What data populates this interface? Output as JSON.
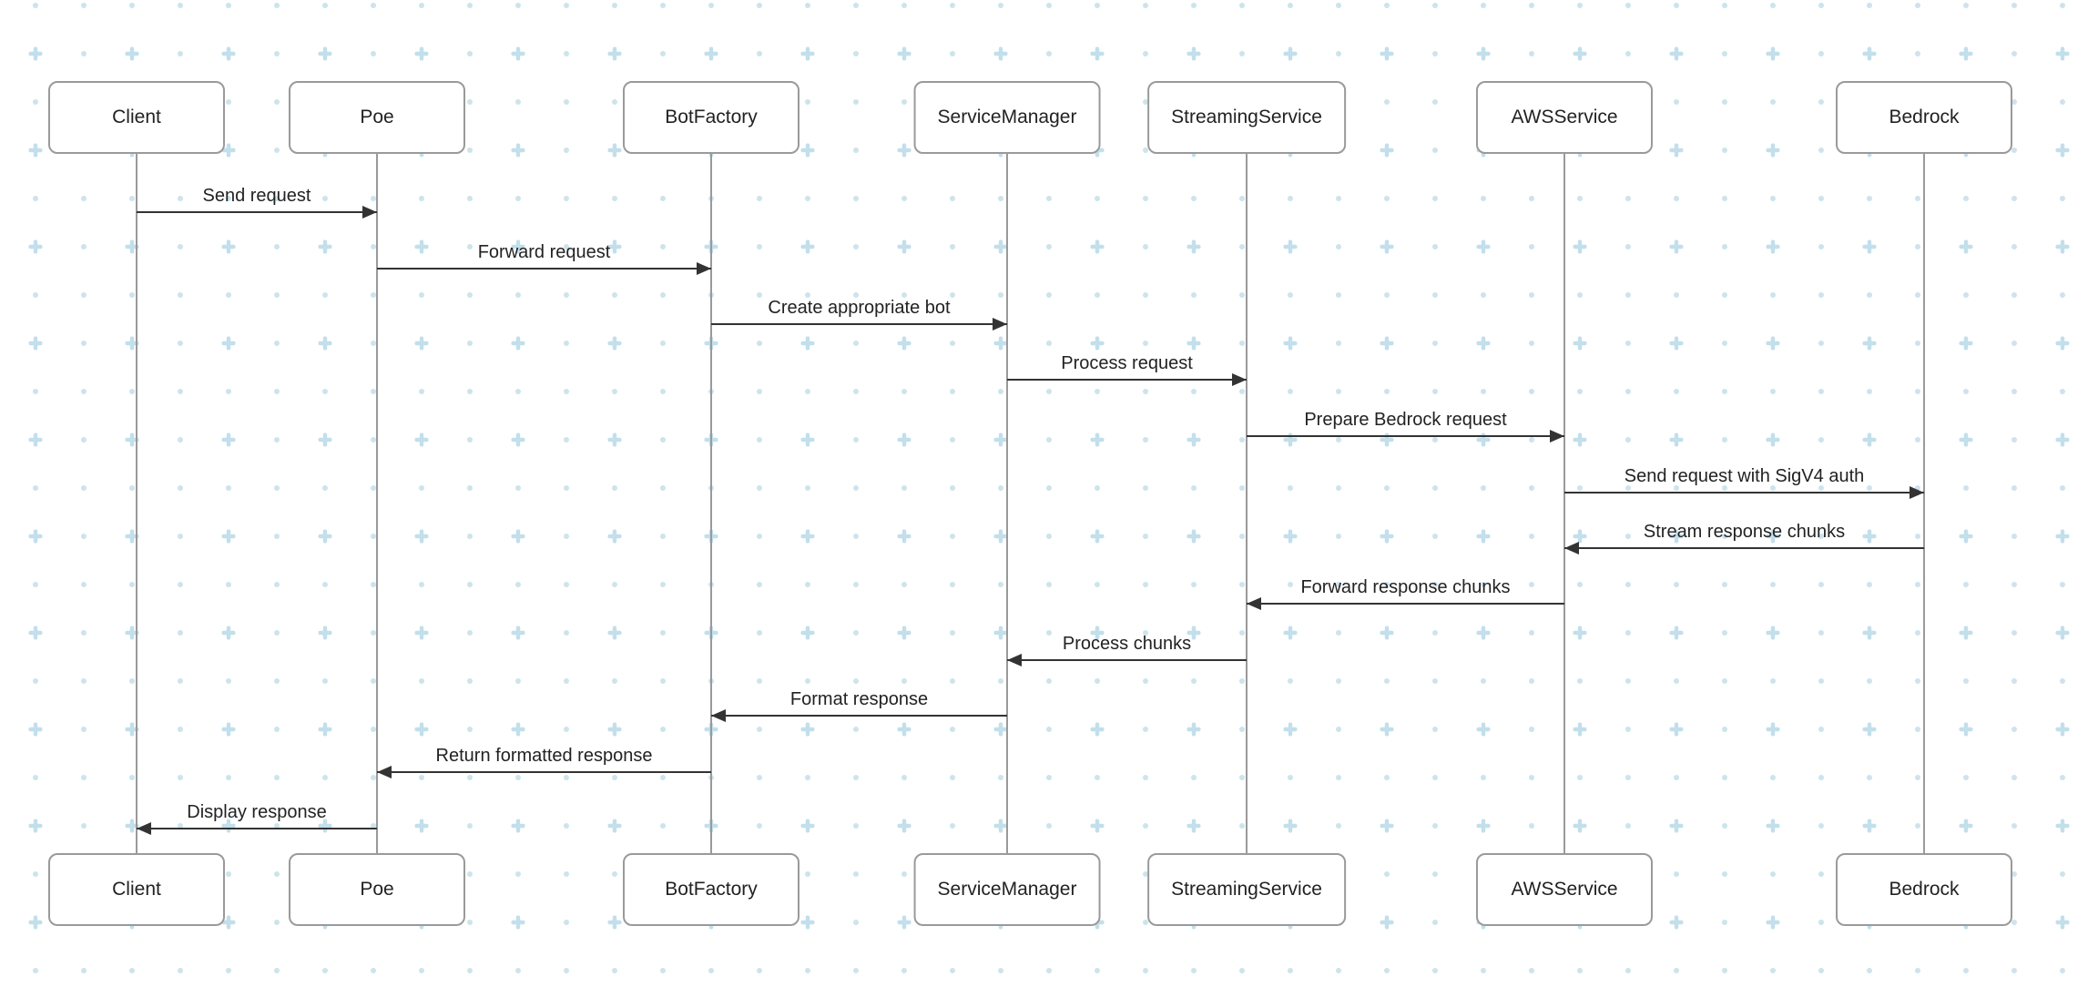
{
  "diagram": {
    "type": "sequence",
    "actors": [
      {
        "name": "Client"
      },
      {
        "name": "Poe"
      },
      {
        "name": "BotFactory"
      },
      {
        "name": "ServiceManager"
      },
      {
        "name": "StreamingService"
      },
      {
        "name": "AWSService"
      },
      {
        "name": "Bedrock"
      }
    ],
    "messages": [
      {
        "from": "Client",
        "to": "Poe",
        "direction": "right",
        "label": "Send request"
      },
      {
        "from": "Poe",
        "to": "BotFactory",
        "direction": "right",
        "label": "Forward request"
      },
      {
        "from": "BotFactory",
        "to": "ServiceManager",
        "direction": "right",
        "label": "Create appropriate bot"
      },
      {
        "from": "ServiceManager",
        "to": "StreamingService",
        "direction": "right",
        "label": "Process request"
      },
      {
        "from": "StreamingService",
        "to": "AWSService",
        "direction": "right",
        "label": "Prepare Bedrock request"
      },
      {
        "from": "AWSService",
        "to": "Bedrock",
        "direction": "right",
        "label": "Send request with SigV4 auth"
      },
      {
        "from": "Bedrock",
        "to": "AWSService",
        "direction": "left",
        "label": "Stream response chunks"
      },
      {
        "from": "AWSService",
        "to": "StreamingService",
        "direction": "left",
        "label": "Forward response chunks"
      },
      {
        "from": "StreamingService",
        "to": "ServiceManager",
        "direction": "left",
        "label": "Process chunks"
      },
      {
        "from": "ServiceManager",
        "to": "BotFactory",
        "direction": "left",
        "label": "Format response"
      },
      {
        "from": "BotFactory",
        "to": "Poe",
        "direction": "left",
        "label": "Return formatted response"
      },
      {
        "from": "Poe",
        "to": "Client",
        "direction": "left",
        "label": "Display response"
      }
    ]
  },
  "colors": {
    "canvas_bg": "#ffffff",
    "line_gray": "#9a9a9a",
    "arrow_color": "#333333",
    "text_color": "#222222",
    "grid_dot": "#cde3ed",
    "grid_plus": "#c2dfeb"
  }
}
